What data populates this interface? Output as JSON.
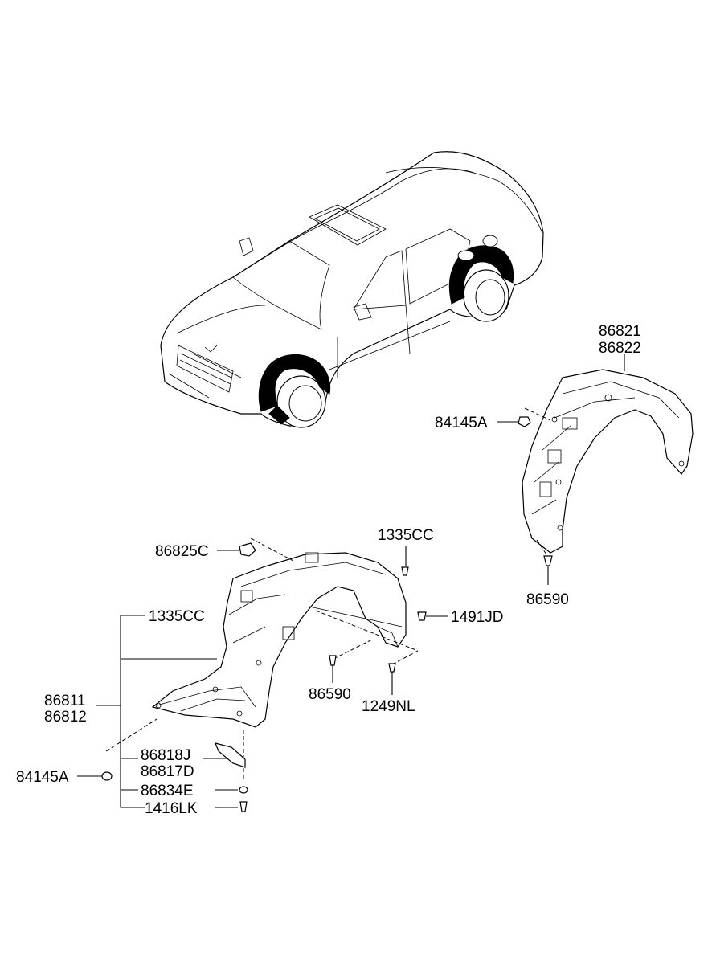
{
  "labels": {
    "rear_guard_a": "86821",
    "rear_guard_b": "86822",
    "rear_nut": "84145A",
    "rear_screw": "86590",
    "front_clip_top": "86825C",
    "front_clip_right": "1335CC",
    "front_bracket_label": "1335CC",
    "front_clip_side": "1491JD",
    "front_guard_a": "86811",
    "front_guard_b": "86812",
    "front_screw": "86590",
    "front_bolt": "1249NL",
    "front_nut": "84145A",
    "front_strip_a": "86818J",
    "front_strip_b": "86817D",
    "front_washer": "86834E",
    "front_screw_small": "1416LK"
  }
}
